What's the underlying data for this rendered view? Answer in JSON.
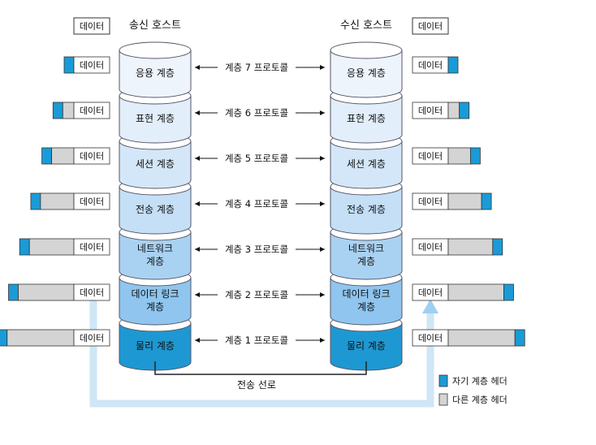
{
  "hosts": {
    "sender": "송신 호스트",
    "receiver": "수신 호스트"
  },
  "data_label": "데이터",
  "layers": [
    {
      "name_lines": [
        "응용 계층"
      ],
      "protocol": "계층 7 프로토콜"
    },
    {
      "name_lines": [
        "표현 계층"
      ],
      "protocol": "계층 6 프로토콜"
    },
    {
      "name_lines": [
        "세션 계층"
      ],
      "protocol": "계층 5 프로토콜"
    },
    {
      "name_lines": [
        "전송 계층"
      ],
      "protocol": "계층 4 프로토콜"
    },
    {
      "name_lines": [
        "네트워크",
        "계층"
      ],
      "protocol": "계층 3 프로토콜"
    },
    {
      "name_lines": [
        "데이터 링크",
        "계층"
      ],
      "protocol": "계층 2 프로토콜"
    },
    {
      "name_lines": [
        "물리 계층"
      ],
      "protocol": "계층 1 프로토콜"
    }
  ],
  "transmission_line": "전송 선로",
  "legend": {
    "own_header": "자기 계층 헤더",
    "other_header": "다른 계층 헤더"
  },
  "colors": {
    "own_header": "#1a9bd7",
    "other_header": "#d4d4d4",
    "layer_fills": [
      "#eef4fb",
      "#e2eefa",
      "#d4e7f8",
      "#c4dff6",
      "#a9d2f2",
      "#8fc5ee",
      "#1e98d2"
    ],
    "flow_arrow": "#cfe6f6"
  }
}
